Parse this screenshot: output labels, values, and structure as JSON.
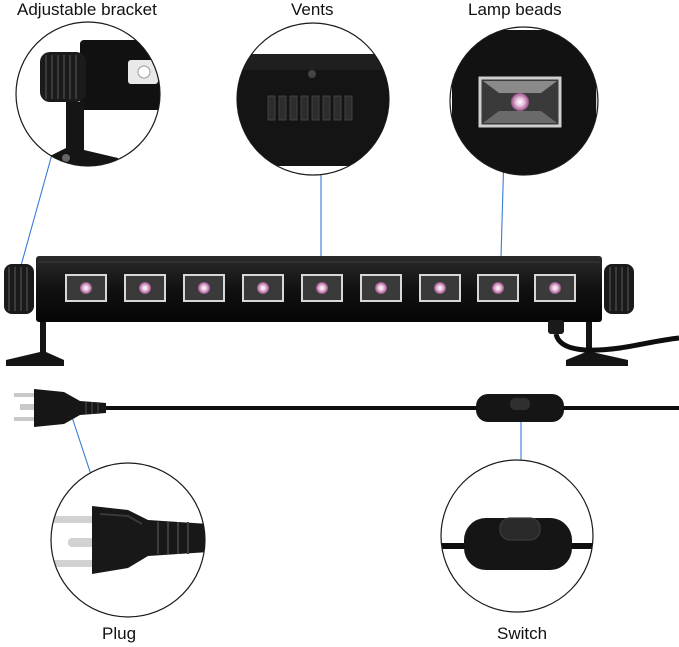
{
  "labels": {
    "bracket": "Adjustable bracket",
    "vents": "Vents",
    "lamp_beads": "Lamp beads",
    "plug": "Plug",
    "switch": "Switch"
  },
  "product": {
    "bead_count": 9
  },
  "colors": {
    "bar_body": "#141414",
    "callout_line": "#3a7bd5",
    "bead_glow": "#c86aa8",
    "cable": "#0e0e0e"
  }
}
